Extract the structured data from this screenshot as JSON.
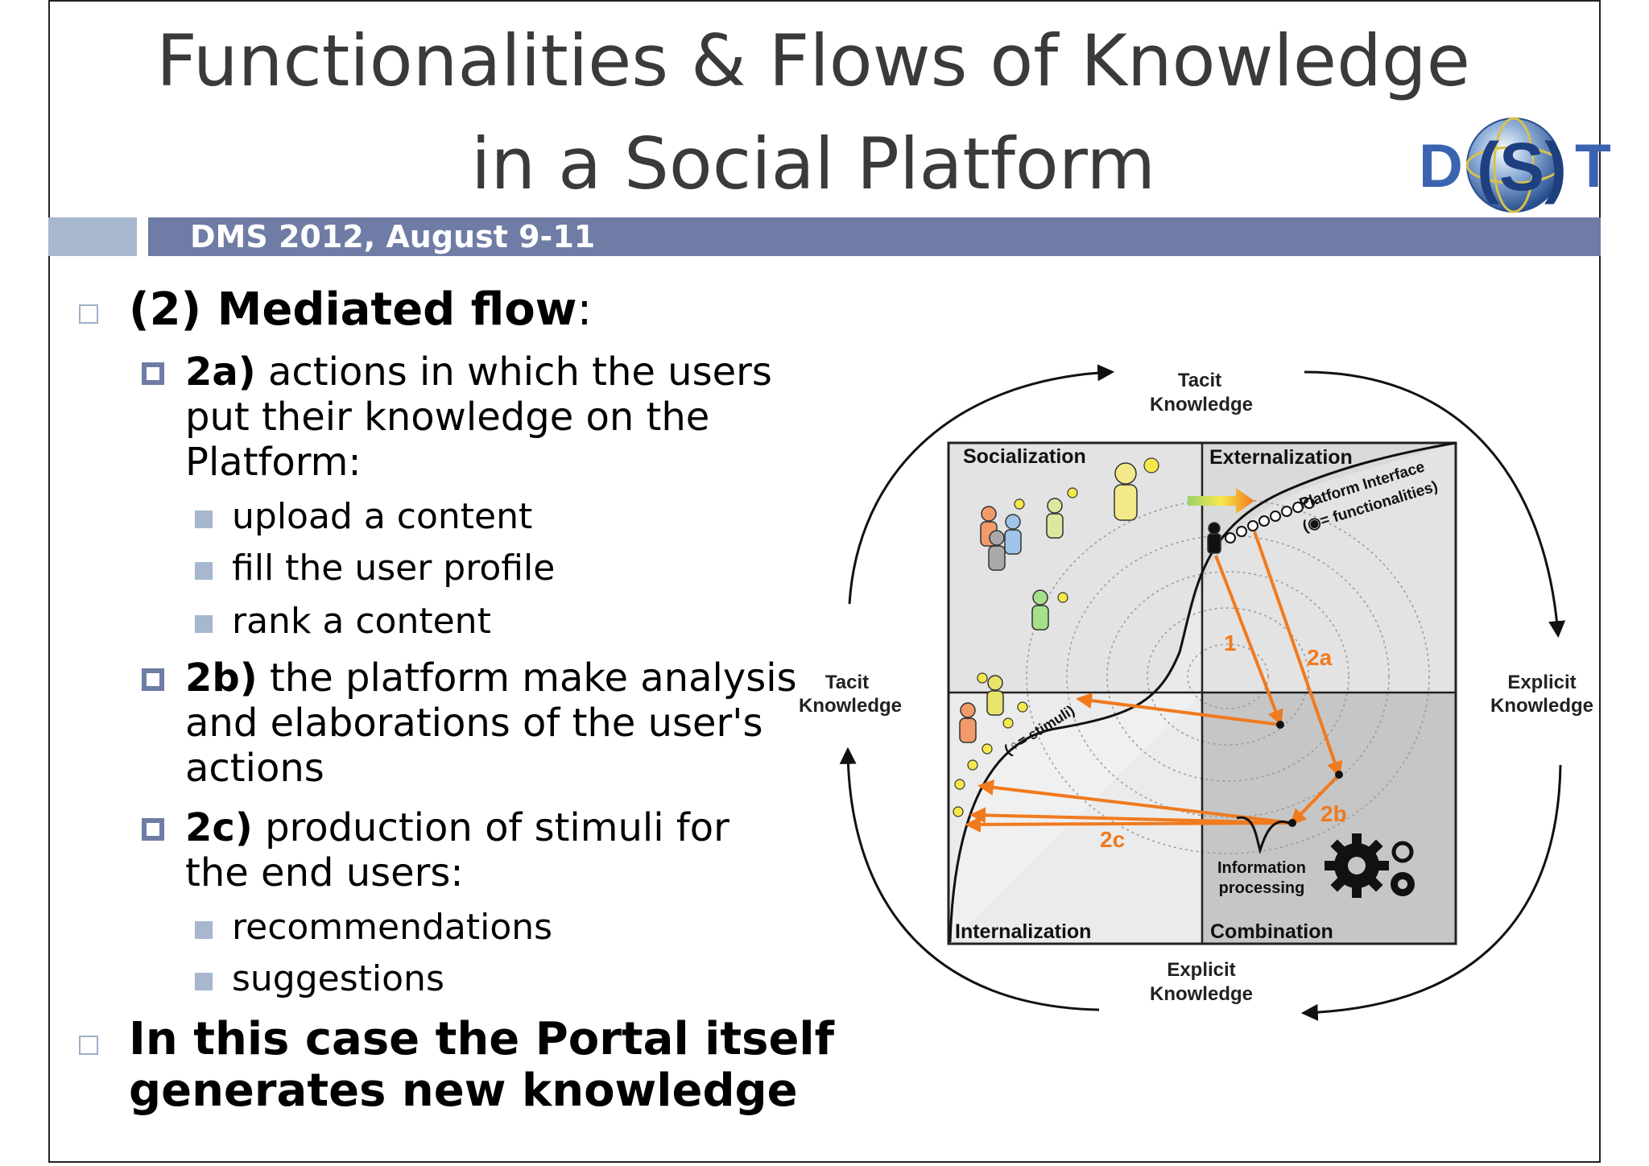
{
  "slide": {
    "title_line1": "Functionalities & Flows of Knowledge",
    "title_line2": "in a Social Platform",
    "logo_text": "DISIT",
    "band_text": "DMS 2012, August 9-11"
  },
  "content": {
    "item1": {
      "bold": "(2) Mediated flow",
      "rest": ":"
    },
    "item2a": {
      "bold": "2a)",
      "lines": [
        "actions in which the users",
        "put their knowledge on the",
        "Platform:"
      ],
      "subitems": [
        "upload a content",
        "fill the user profile",
        "rank a content"
      ]
    },
    "item2b": {
      "bold": "2b)",
      "lines": [
        "the platform make analysis",
        "and elaborations of the user's",
        "actions"
      ]
    },
    "item2c": {
      "bold": "2c)",
      "lines": [
        "production of stimuli for",
        "the end users:"
      ],
      "subitems": [
        "recommendations",
        "suggestions"
      ]
    },
    "item_last": {
      "lines": [
        "In this case the Portal itself",
        "generates new knowledge"
      ]
    }
  },
  "diagram": {
    "tacit_top": [
      "Tacit",
      "Knowledge"
    ],
    "tacit_left": [
      "Tacit",
      "Knowledge"
    ],
    "explicit_right": [
      "Explicit",
      "Knowledge"
    ],
    "explicit_bottom": [
      "Explicit",
      "Knowledge"
    ],
    "quadrants": {
      "socialization": "Socialization",
      "externalization": "Externalization",
      "internalization": "Internalization",
      "combination": "Combination"
    },
    "platform_interface": [
      "Platform Interface",
      "(◉= functionalities)"
    ],
    "stimuli": "(♀= stimuli)",
    "labels": {
      "one": "1",
      "two_a": "2a",
      "two_b": "2b",
      "two_c": "2c"
    },
    "info_processing": [
      "Information",
      "processing"
    ],
    "colors": {
      "arrow": "#f07a1e",
      "quadrant_light": "#e4e4e4",
      "quadrant_dark": "#c9c9c9"
    }
  }
}
